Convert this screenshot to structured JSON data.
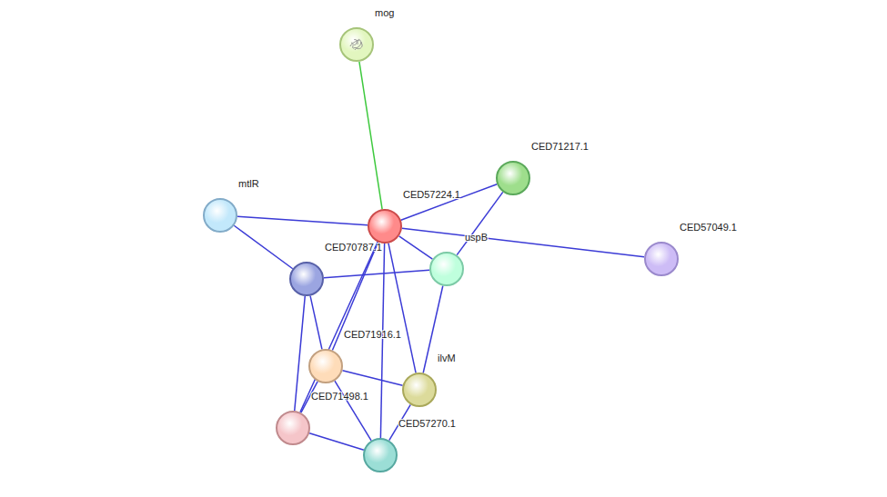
{
  "diagram": {
    "nodes": [
      {
        "text": [
          "mog"
        ]
      },
      {
        "text": [
          "CED71217.1"
        ]
      },
      {
        "text": [
          "mtlR"
        ]
      },
      {
        "text": [
          "CED57224.1"
        ]
      },
      {
        "text": [
          "CED57049.1"
        ]
      },
      {
        "text": [
          "uspB"
        ]
      },
      {
        "text": [
          "CED70787.1"
        ]
      },
      {
        "text": [
          "CED71916.1"
        ]
      },
      {
        "text": [
          "ilvM"
        ]
      },
      {
        "text": [
          "CED71498.1"
        ]
      },
      {
        "text": [
          "CED57270.1"
        ]
      }
    ],
    "edges": [
      {
        "from": 0,
        "to": 3,
        "arrow": "none"
      },
      {
        "from": 3,
        "to": 1,
        "arrow": "none"
      },
      {
        "from": 3,
        "to": 2,
        "arrow": "none"
      },
      {
        "from": 3,
        "to": 4,
        "arrow": "none"
      },
      {
        "from": 3,
        "to": 5,
        "arrow": "none"
      },
      {
        "from": 1,
        "to": 5,
        "arrow": "none"
      },
      {
        "from": 2,
        "to": 6,
        "arrow": "none"
      },
      {
        "from": 6,
        "to": 5,
        "arrow": "none"
      },
      {
        "from": 6,
        "to": 7,
        "arrow": "none"
      },
      {
        "from": 6,
        "to": 9,
        "arrow": "none"
      },
      {
        "from": 3,
        "to": 7,
        "arrow": "none"
      },
      {
        "from": 3,
        "to": 9,
        "arrow": "none"
      },
      {
        "from": 3,
        "to": 10,
        "arrow": "none"
      },
      {
        "from": 3,
        "to": 8,
        "arrow": "none"
      },
      {
        "from": 5,
        "to": 8,
        "arrow": "none"
      },
      {
        "from": 7,
        "to": 8,
        "arrow": "none"
      },
      {
        "from": 7,
        "to": 9,
        "arrow": "none"
      },
      {
        "from": 7,
        "to": 10,
        "arrow": "none"
      },
      {
        "from": 9,
        "to": 10,
        "arrow": "none"
      },
      {
        "from": 8,
        "to": 10,
        "arrow": "none"
      }
    ]
  }
}
